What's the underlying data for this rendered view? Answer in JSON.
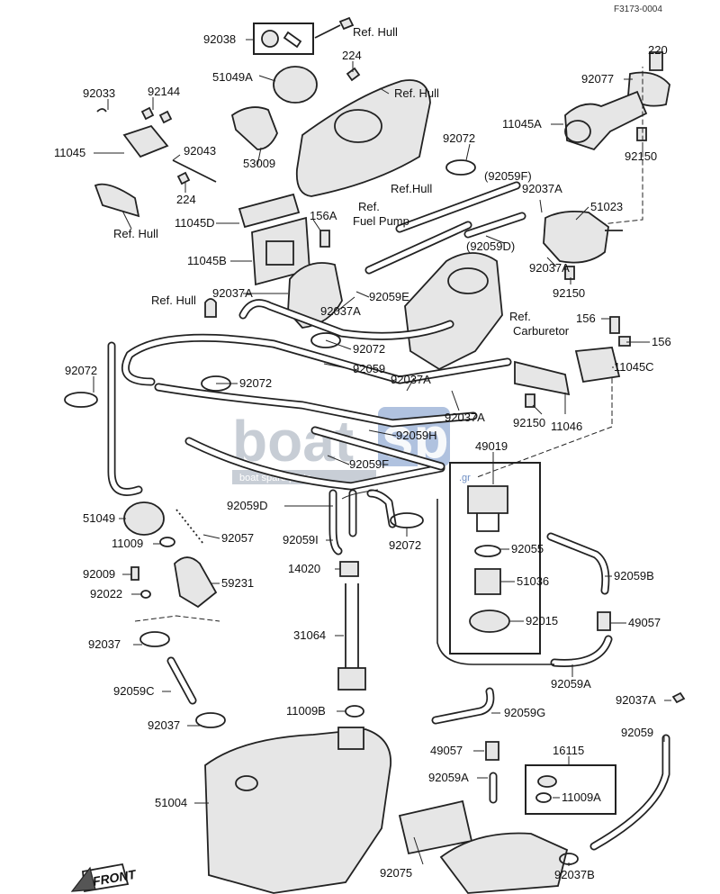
{
  "figure_code": "F3173-0004",
  "watermark": {
    "brand": "boat",
    "suffix": "sp",
    "tagline": "boat spare parts",
    "domain": ".gr"
  },
  "front_marker": "FRONT",
  "ref_labels": {
    "hull_top": "Ref. Hull",
    "hull_tank_top": "Ref. Hull",
    "hull_left": "Ref. Hull",
    "hull_mid": "Ref.Hull",
    "fuel_pump_ref": "Ref.",
    "fuel_pump_name": "Fuel Pump",
    "hull_lower_left": "Ref. Hull",
    "carburetor_ref": "Ref.",
    "carburetor_name": "Carburetor"
  },
  "parts": {
    "p92038": "92038",
    "p51049A": "51049A",
    "p224a": "224",
    "p53009": "53009",
    "p220": "220",
    "p92077": "92077",
    "p11045A": "11045A",
    "p92150a": "92150",
    "p92033": "92033",
    "p92144": "92144",
    "p11045": "11045",
    "p92043": "92043",
    "p224b": "224",
    "p92072a": "92072",
    "p92059F_paren": "(92059F)",
    "p92037A_a": "92037A",
    "p51023": "51023",
    "p11045D": "11045D",
    "p156A": "156A",
    "p92059D_paren": "(92059D)",
    "p11045B": "11045B",
    "p92037A_b": "92037A",
    "p92150b": "92150",
    "p92037A_c": "92037A",
    "p92059E": "92059E",
    "p92037A_d": "92037A",
    "p156a": "156",
    "p156b": "156",
    "p92072b": "92072",
    "p92072c": "92072",
    "p11045C": "11045C",
    "p92059a": "92059",
    "p92037A_e": "92037A",
    "p92072d": "92072",
    "p92037A_f": "92037A",
    "p92150c": "92150",
    "p11046": "11046",
    "p92059H": "92059H",
    "p49019": "49019",
    "p92059F": "92059F",
    "p92059D": "92059D",
    "p51049": "51049",
    "p11009a": "11009",
    "p92057": "92057",
    "p92059I": "92059I",
    "p92072e": "92072",
    "p92055": "92055",
    "p14020": "14020",
    "p92009": "92009",
    "p59231": "59231",
    "p92022": "92022",
    "p51036": "51036",
    "p92059B": "92059B",
    "p92015": "92015",
    "p49057a": "49057",
    "p31064": "31064",
    "p92037a": "92037",
    "p92059C": "92059C",
    "p92059A_a": "92059A",
    "p11009B": "11009B",
    "p92059G": "92059G",
    "p92037A_g": "92037A",
    "p92037b": "92037",
    "p92059b": "92059",
    "p49057b": "49057",
    "p16115": "16115",
    "p92059A_b": "92059A",
    "p11009A": "11009A",
    "p51004": "51004",
    "p92075": "92075",
    "p92037B": "92037B"
  }
}
